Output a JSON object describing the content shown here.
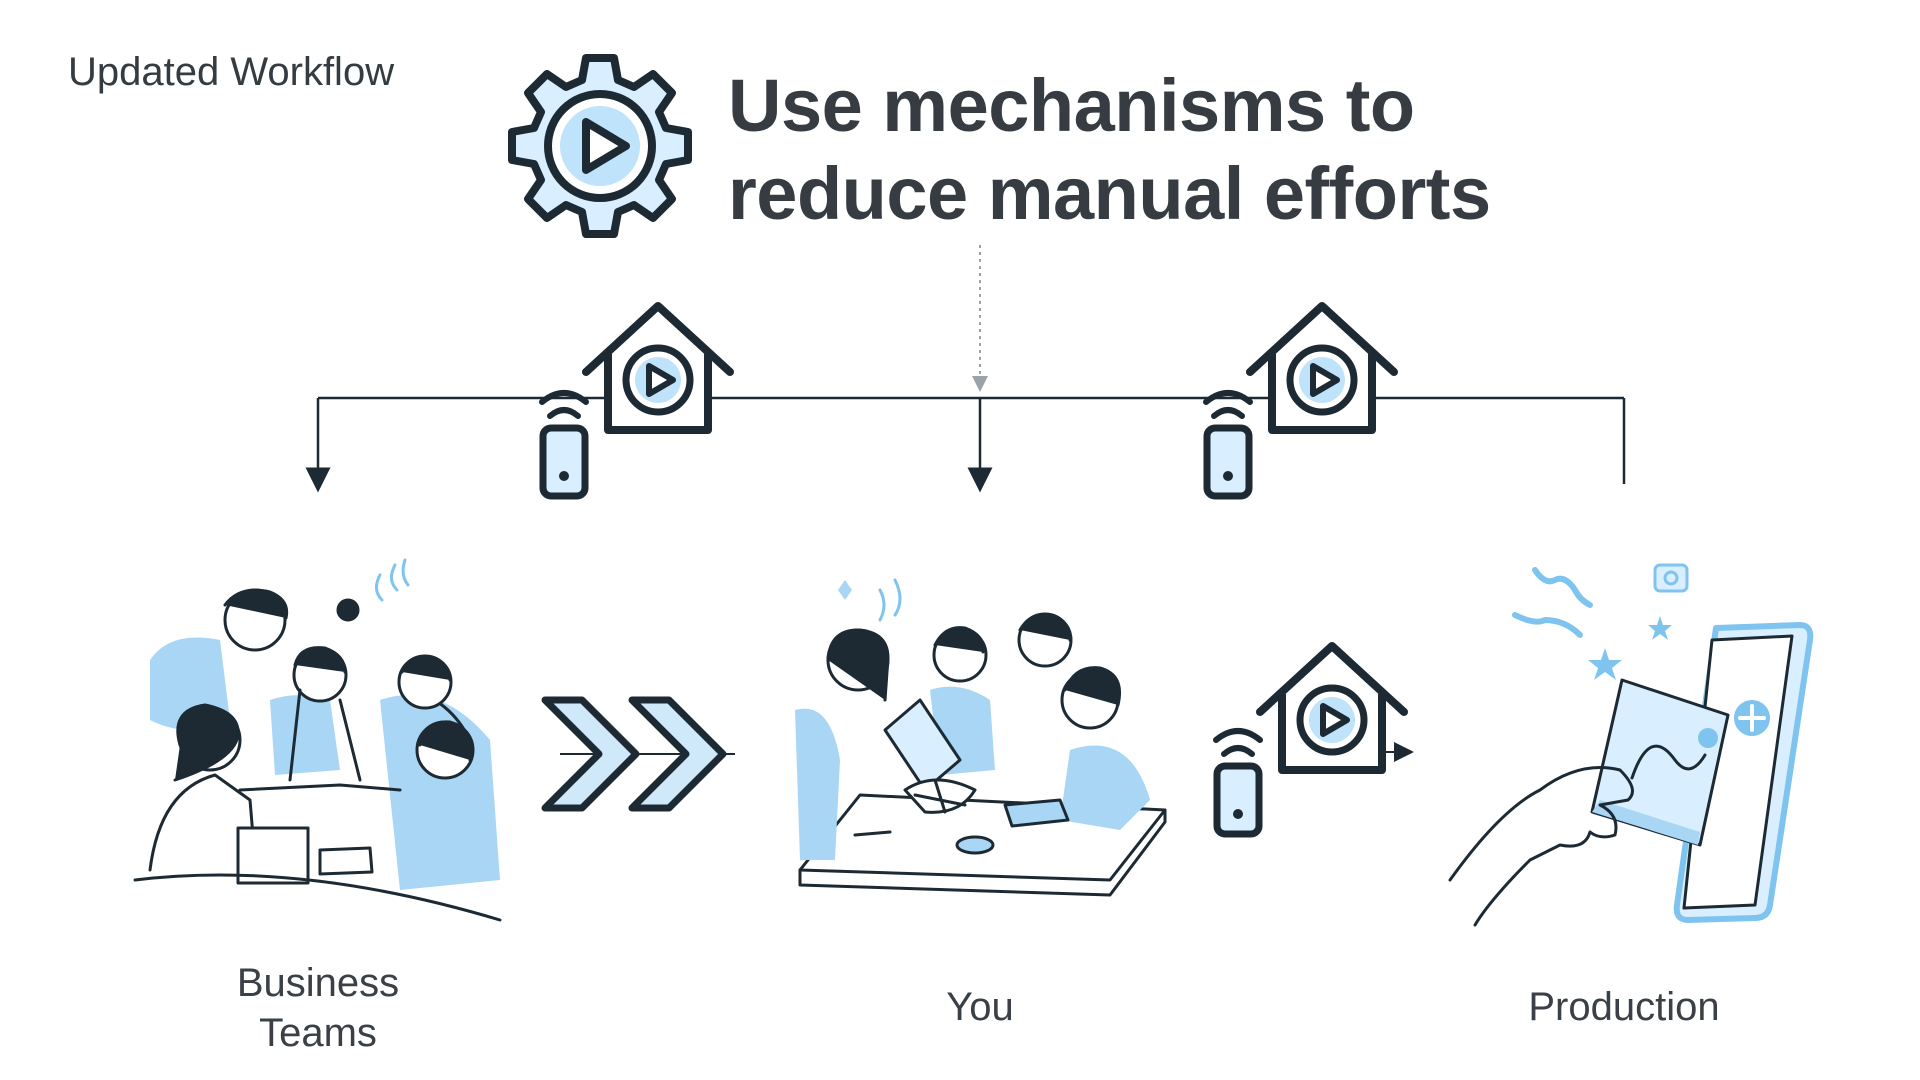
{
  "slide": {
    "section_label": "Updated Workflow",
    "headline_line1": "Use mechanisms to",
    "headline_line2": "reduce manual efforts"
  },
  "stages": {
    "business_teams": {
      "line1": "Business",
      "line2": "Teams"
    },
    "you": {
      "label": "You"
    },
    "production": {
      "label": "Production"
    }
  },
  "colors": {
    "ink": "#1d2a33",
    "accent": "#7fc4ee",
    "accent_light": "#d9efff",
    "text": "#363c42"
  },
  "icons": [
    "gear-play-icon",
    "smart-home-play-icon",
    "smartphone-remote-icon",
    "double-chevron-arrow-icon"
  ]
}
